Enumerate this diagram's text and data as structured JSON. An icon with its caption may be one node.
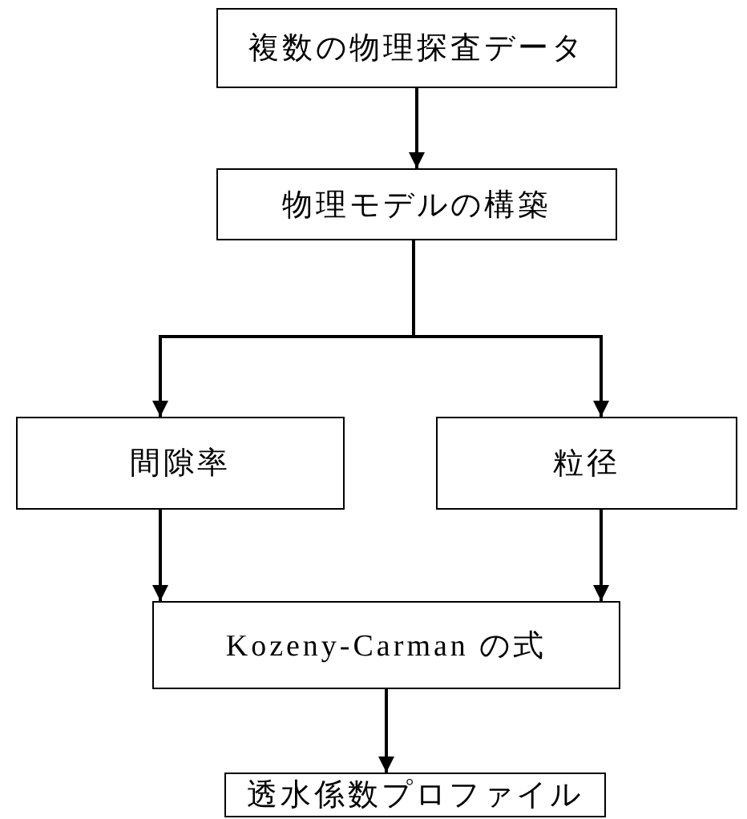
{
  "diagram": {
    "nodes": [
      {
        "text": [
          "複数の物理探査データ"
        ]
      },
      {
        "text": [
          "物理モデルの構築"
        ]
      },
      {
        "text": [
          "間隙率"
        ]
      },
      {
        "text": [
          "粒径"
        ]
      },
      {
        "text": [
          "Kozeny-Carman の式"
        ]
      },
      {
        "text": [
          "透水係数プロファイル"
        ]
      }
    ],
    "edges": [
      {
        "from": 0,
        "to": 1,
        "arrow": "to"
      },
      {
        "from": 1,
        "to": 2,
        "arrow": "to"
      },
      {
        "from": 1,
        "to": 3,
        "arrow": "to"
      },
      {
        "from": 2,
        "to": 4,
        "arrow": "to"
      },
      {
        "from": 3,
        "to": 4,
        "arrow": "to"
      },
      {
        "from": 4,
        "to": 5,
        "arrow": "to"
      }
    ]
  }
}
